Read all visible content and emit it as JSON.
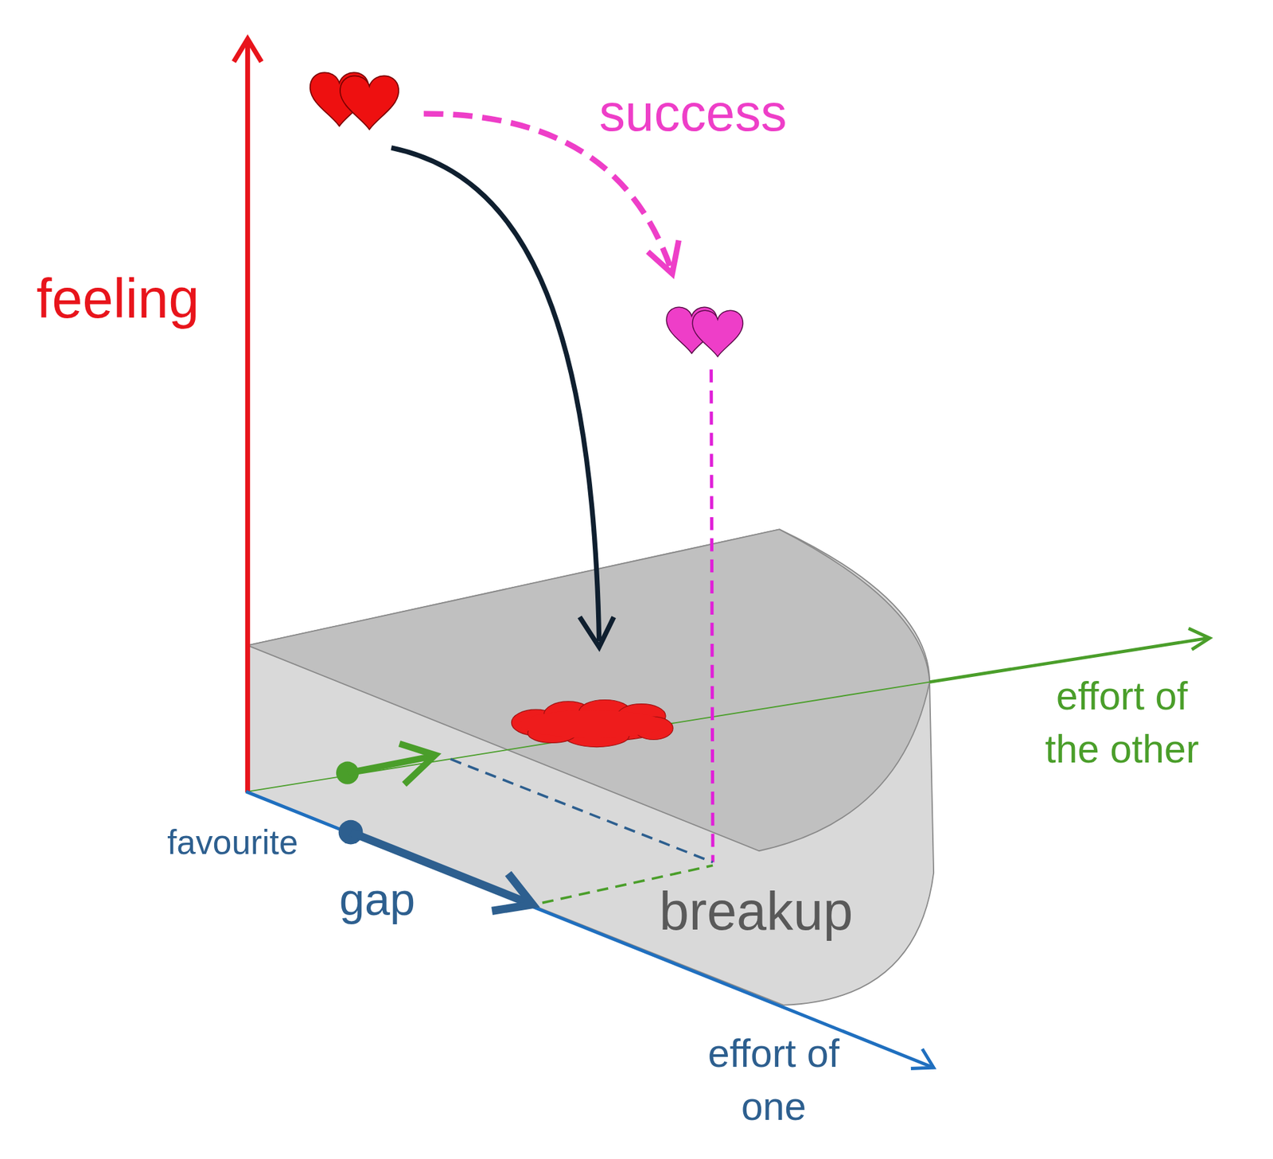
{
  "diagram": {
    "nodes": [
      {
        "text": [
          "breakup"
        ]
      }
    ],
    "labels": [
      "feeling",
      "success",
      "effort of the other",
      "favourite",
      "gap",
      "effort of one"
    ]
  }
}
